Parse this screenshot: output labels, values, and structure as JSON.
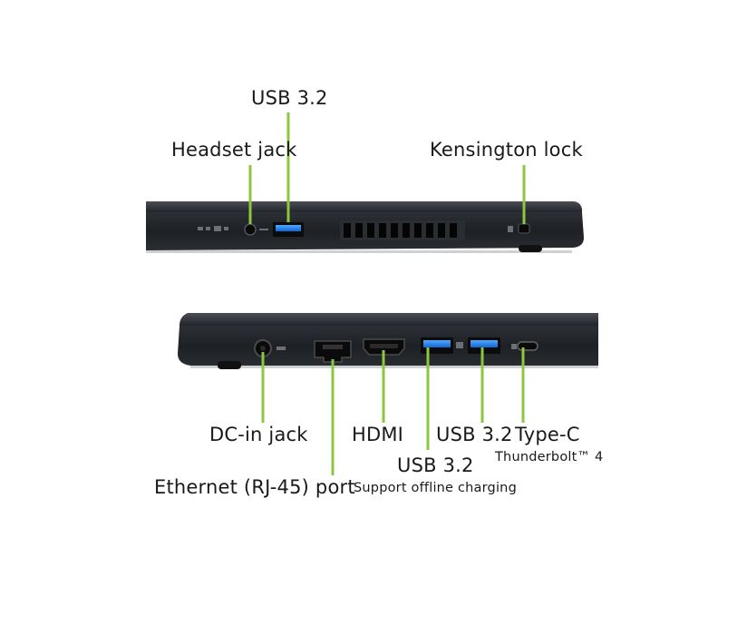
{
  "callout_color": "#8dc63f",
  "top_view": {
    "labels": {
      "usb": "USB 3.2",
      "headset": "Headset jack",
      "kensington": "Kensington lock"
    }
  },
  "bottom_view": {
    "labels": {
      "dc": "DC-in jack",
      "ethernet": "Ethernet (RJ-45) port",
      "hdmi": "HDMI",
      "usb_left": "USB 3.2",
      "usb_left_note": "Support offline charging",
      "usb_right": "USB 3.2",
      "typec": "Type-C",
      "typec_note": "Thunderbolt™ 4"
    }
  }
}
